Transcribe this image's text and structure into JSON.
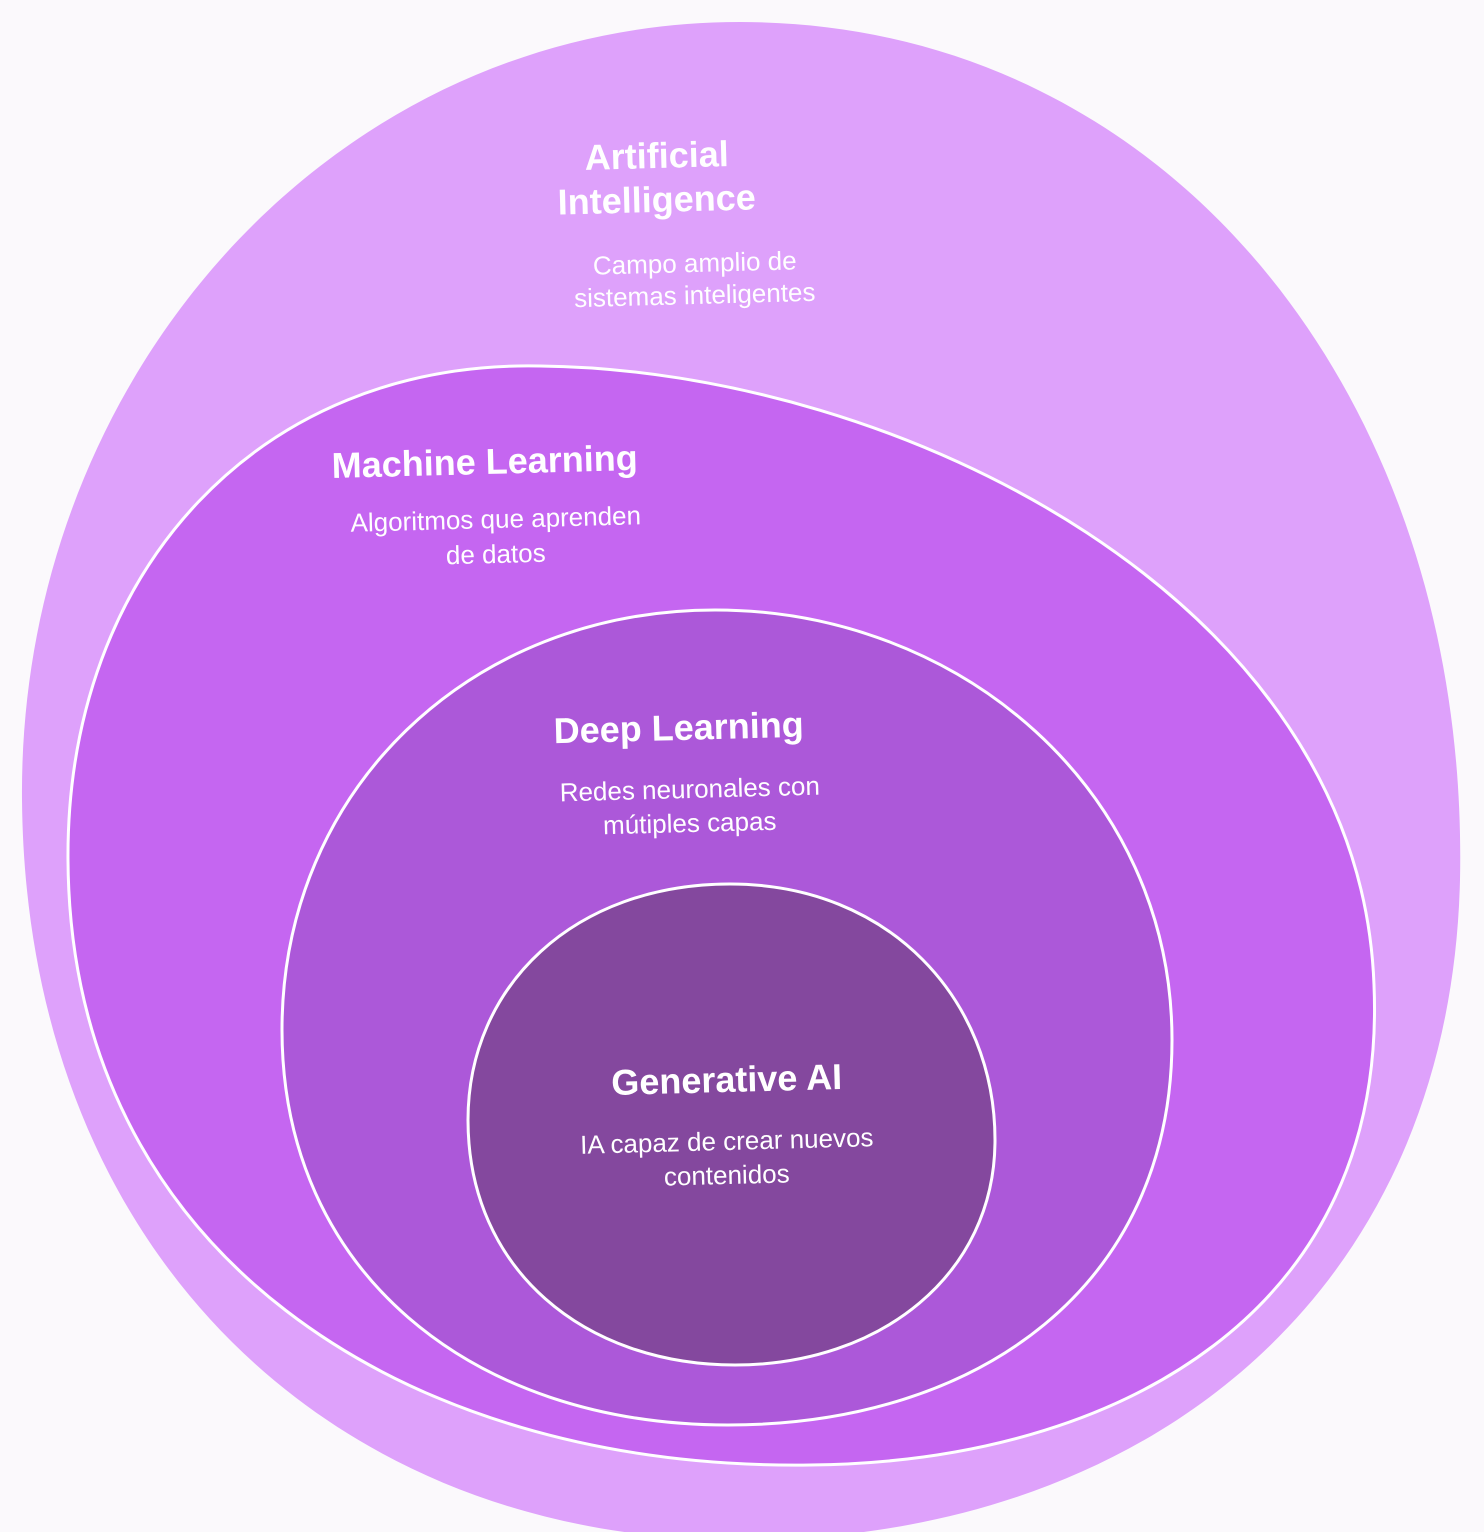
{
  "diagram": {
    "layers": [
      {
        "id": "ai",
        "title_lines": [
          "Artificial",
          "Intelligence"
        ],
        "description_lines": [
          "Campo amplio de",
          "sistemas inteligentes"
        ],
        "fill": "#dea1fb"
      },
      {
        "id": "ml",
        "title_lines": [
          "Machine Learning"
        ],
        "description_lines": [
          "Algoritmos que aprenden",
          "de datos"
        ],
        "fill": "#c566f1"
      },
      {
        "id": "dl",
        "title_lines": [
          "Deep Learning"
        ],
        "description_lines": [
          "Redes neuronales con",
          "mútiples capas"
        ],
        "fill": "#ac58d9"
      },
      {
        "id": "genai",
        "title_lines": [
          "Generative AI"
        ],
        "description_lines": [
          "IA capaz de crear nuevos",
          "contenidos"
        ],
        "fill": "#84489e"
      }
    ],
    "outline_color": "#ffffff"
  }
}
